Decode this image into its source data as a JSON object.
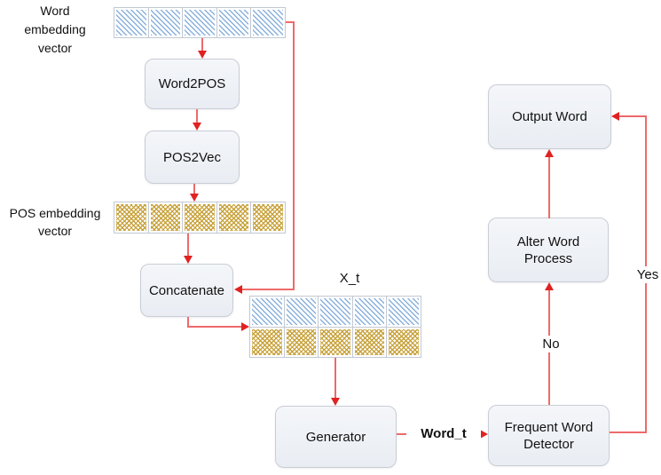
{
  "nodes": {
    "word2pos": "Word2POS",
    "pos2vec": "POS2Vec",
    "concatenate": "Concatenate",
    "generator": "Generator",
    "frequent_word_detector": "Frequent Word Detector",
    "alter_word_process": "Alter Word Process",
    "output_word": "Output Word"
  },
  "vector_labels": {
    "word_embedding": "Word embedding vector",
    "pos_embedding": "POS embedding vector",
    "concatenated": "X_t"
  },
  "edge_labels": {
    "word_t": "Word_t",
    "no": "No",
    "yes": "Yes"
  },
  "colors": {
    "line_red": "#ee6a6a",
    "arrow_red": "#e02222",
    "hatch_blue": "#8ab1dc",
    "hatch_gold": "#c8a23a",
    "box_border": "#c9cdd6",
    "box_fill_top": "#f4f6f9",
    "box_fill_bottom": "#e9edf3",
    "divider_gray": "#c2c8d2",
    "text": "#111111"
  }
}
